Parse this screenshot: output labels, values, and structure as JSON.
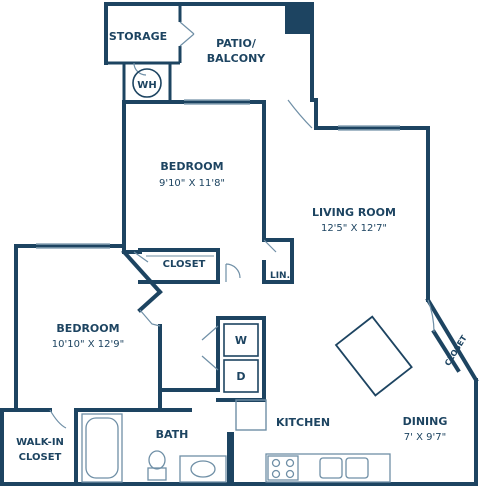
{
  "colors": {
    "wall": "#1d4461",
    "fixture": "#6f8fa6",
    "accent": "#1d4461",
    "background": "#ffffff"
  },
  "rooms": {
    "storage": {
      "label": "STORAGE"
    },
    "patio": {
      "label_line1": "PATIO/",
      "label_line2": "BALCONY"
    },
    "water_heater": {
      "label": "WH"
    },
    "bedroom_upper": {
      "label": "BEDROOM",
      "dimensions": "9'10\" X 11'8\""
    },
    "closet_upper": {
      "label": "CLOSET"
    },
    "linen": {
      "label": "LIN."
    },
    "living_room": {
      "label": "LIVING ROOM",
      "dimensions": "12'5\" X 12'7\""
    },
    "bedroom_lower": {
      "label": "BEDROOM",
      "dimensions": "10'10\" X 12'9\""
    },
    "walk_in_closet": {
      "label_line1": "WALK-IN",
      "label_line2": "CLOSET"
    },
    "bath": {
      "label": "BATH"
    },
    "kitchen": {
      "label": "KITCHEN"
    },
    "dining": {
      "label": "DINING",
      "dimensions": "7' X 9'7\""
    },
    "closet_dining": {
      "label": "CLOSET"
    }
  },
  "appliances": {
    "washer": {
      "label": "W"
    },
    "dryer": {
      "label": "D"
    }
  }
}
